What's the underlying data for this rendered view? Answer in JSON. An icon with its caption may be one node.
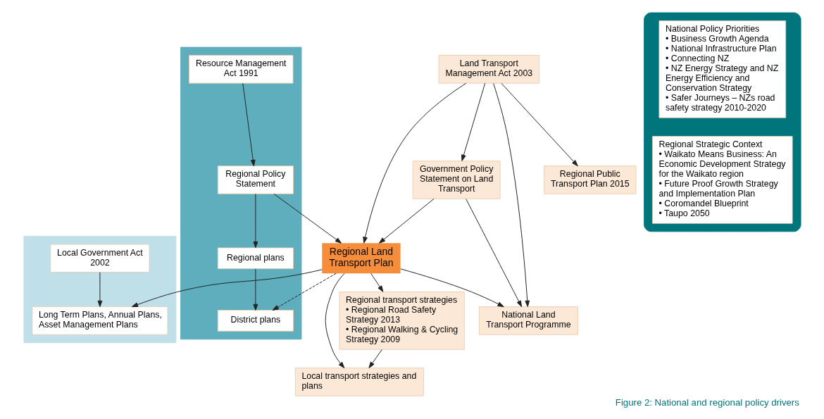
{
  "diagram": {
    "caption": "Figure 2: National and regional policy drivers",
    "nodes": [
      {
        "text": [],
        "shape": "box"
      },
      {
        "text": [
          "Local Government Act 2002"
        ],
        "in": 0
      },
      {
        "text": [
          "Long Term Plans, Annual Plans, Asset Management Plans"
        ],
        "in": 0
      },
      {
        "text": [],
        "shape": "box"
      },
      {
        "text": [
          "Resource Management Act 1991"
        ],
        "in": 3
      },
      {
        "text": [
          "Regional Policy Statement"
        ],
        "in": 3
      },
      {
        "text": [
          "Regional plans"
        ],
        "in": 3
      },
      {
        "text": [
          "District plans"
        ],
        "in": 3
      },
      {
        "text": [
          "Land Transport Management Act 2003"
        ]
      },
      {
        "text": [
          "Government Policy Statement on Land Transport"
        ]
      },
      {
        "text": [
          "National Land Transport Programme"
        ]
      },
      {
        "text": [
          "Regional Land Transport Plan"
        ]
      },
      {
        "text": [
          "Regional transport strategies",
          "• Regional Road Safety Strategy 2013",
          "• Regional Walking & Cycling Strategy 2009"
        ]
      },
      {
        "text": [
          "Local transport strategies and plans"
        ]
      },
      {
        "text": [
          "Regional Public Transport Plan 2015"
        ]
      },
      {
        "text": [],
        "shape": "arrow"
      },
      {
        "text": [
          "National Policy Priorities",
          "• Business Growth Agenda",
          "• National Infrastructure Plan",
          "• Connecting NZ",
          "• NZ Energy Strategy and NZ Energy Efficiency and Conservation Strategy",
          "• Safer Journeys – NZs road safety strategy 2010-2020"
        ],
        "in": 15
      },
      {
        "text": [
          "Regional Strategic Context",
          "• Waikato Means Business: An Economic Development Strategy for the Waikato region",
          "• Future Proof Growth Strategy and Implementation Plan",
          "• Coromandel Blueprint",
          "• Taupo 2050"
        ],
        "in": 15
      }
    ],
    "edges": [
      {
        "from": 1,
        "to": 2,
        "arrow": "to"
      },
      {
        "from": 4,
        "to": 5,
        "arrow": "to"
      },
      {
        "from": 5,
        "to": 11,
        "arrow": "to"
      },
      {
        "from": 5,
        "to": 6,
        "arrow": "to"
      },
      {
        "from": 6,
        "to": 7,
        "arrow": "to"
      },
      {
        "from": 11,
        "to": 2,
        "arrow": "to"
      },
      {
        "from": 11,
        "to": 7,
        "arrow": "to",
        "style": "dashed"
      },
      {
        "from": 8,
        "to": 9,
        "arrow": "to"
      },
      {
        "from": 8,
        "to": 11,
        "arrow": "to"
      },
      {
        "from": 8,
        "to": 10,
        "arrow": "to"
      },
      {
        "from": 9,
        "to": 10,
        "arrow": "to"
      },
      {
        "from": 9,
        "to": 11,
        "arrow": "to"
      },
      {
        "from": 11,
        "to": 10,
        "arrow": "to"
      },
      {
        "from": 11,
        "to": 12,
        "arrow": "to"
      },
      {
        "from": 11,
        "to": 13,
        "arrow": "to"
      },
      {
        "from": 12,
        "to": 13,
        "arrow": "to"
      },
      {
        "from": 8,
        "to": 14,
        "arrow": "to"
      }
    ]
  }
}
